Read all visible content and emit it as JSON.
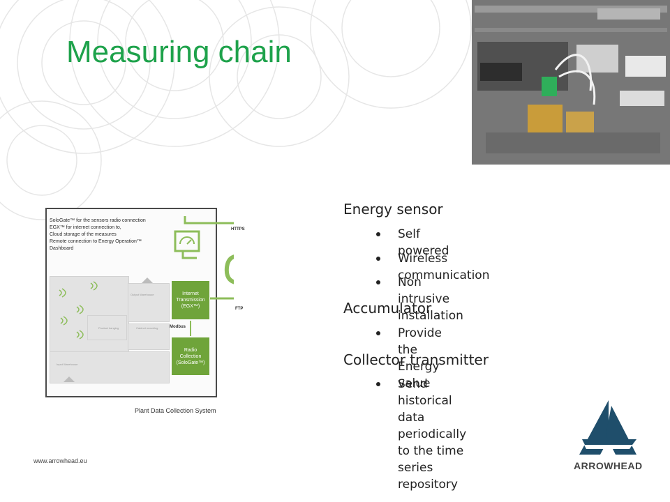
{
  "slide": {
    "title": "Measuring chain",
    "footer_url": "www.arrowhead.eu",
    "logo_text": "ARROWHEAD",
    "accent_color": "#1ea24b",
    "logo_color": "#1f4e6b"
  },
  "diagram": {
    "description": "SoloGate™ for the sensors radio connection\nEGX™ for internet connection to,\nCloud storage of the measures\nRemote connection to Energy Operation™\nDashboard",
    "caption": "Plant Data Collection System",
    "https_label": "HTTPS",
    "ftp_label": "FTP",
    "modbus_label": "Modbus",
    "internet_box": "Internet\nTransmission\n(EGX™)",
    "radio_box": "Radio\nCollection\n(SoloGate™)",
    "gray_labels": [
      "Output Warehouse",
      "Product hanging",
      "Cabinet mounting",
      "Input Warehouse"
    ],
    "cloud_color": "#8dbd5a",
    "box_color": "#6fa43a"
  },
  "bullets": [
    {
      "text": "Energy sensor",
      "children": [
        "Self powered",
        "Wireless communication",
        "Non intrusive installation"
      ]
    },
    {
      "text": "Accumulator",
      "children": [
        "Provide the Energy value"
      ]
    },
    {
      "text": "Collector transmitter",
      "children": [
        "Send historical data\nperiodically to the time\nseries repository"
      ]
    }
  ]
}
